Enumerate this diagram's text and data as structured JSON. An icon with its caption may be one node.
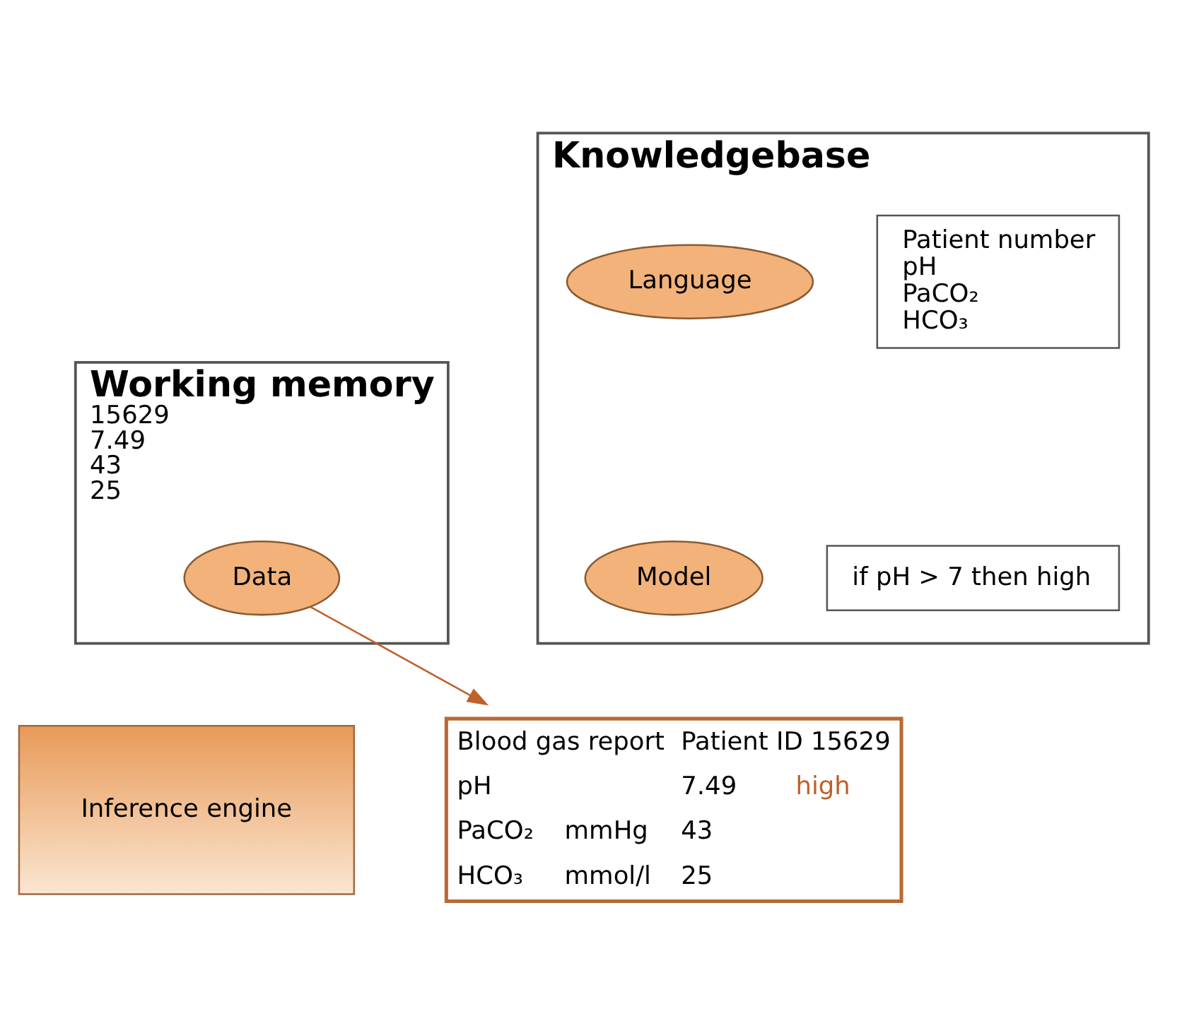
{
  "diagram": {
    "nodes": [
      {
        "text": [
          "Working memory",
          "15629",
          "7.49",
          "43",
          "25"
        ]
      },
      {
        "text": [
          "Data"
        ],
        "in": 0
      },
      {
        "text": [
          "Knowledgebase"
        ]
      },
      {
        "text": [
          "Patient number",
          "pH",
          "PaCO₂",
          "HCO₃"
        ],
        "in": 2
      },
      {
        "text": [
          "Language"
        ],
        "in": 2
      },
      {
        "text": [
          "if pH > 7 then high"
        ],
        "in": 2
      },
      {
        "text": [
          "Model"
        ],
        "in": 2
      },
      {
        "text": [
          "Inference engine"
        ]
      },
      {
        "text": [
          "Blood gas report",
          "Patient ID 15629",
          "pH",
          "7.49",
          "high",
          "PaCO₂",
          "mmHg",
          "43",
          "HCO₃",
          "mmol/l",
          "25"
        ]
      }
    ],
    "edges": [
      {
        "from": 1,
        "to": 8,
        "arrow": "to"
      }
    ]
  }
}
